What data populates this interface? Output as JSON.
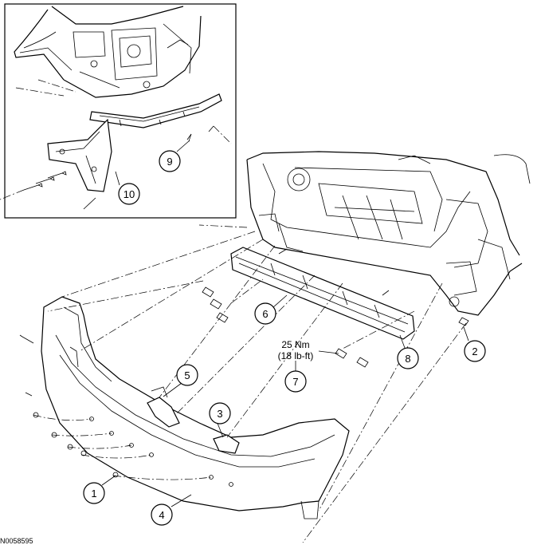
{
  "callouts": [
    {
      "id": "1",
      "label": "1"
    },
    {
      "id": "2",
      "label": "2"
    },
    {
      "id": "3",
      "label": "3"
    },
    {
      "id": "4",
      "label": "4"
    },
    {
      "id": "5",
      "label": "5"
    },
    {
      "id": "6",
      "label": "6"
    },
    {
      "id": "7",
      "label": "7"
    },
    {
      "id": "8",
      "label": "8"
    },
    {
      "id": "9",
      "label": "9"
    },
    {
      "id": "10",
      "label": "10"
    }
  ],
  "torque_spec": {
    "metric": "25 Nm",
    "imperial": "(18 lb-ft)"
  },
  "figure_code": "N0058595"
}
